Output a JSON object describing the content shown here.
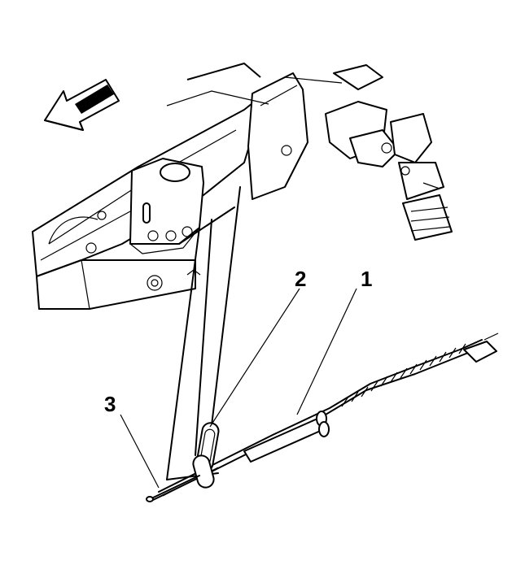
{
  "diagram": {
    "callouts": [
      {
        "label": "1",
        "part": "parking-brake-cable"
      },
      {
        "label": "2",
        "part": "cable-retaining-clip"
      },
      {
        "label": "3",
        "part": "cable-end"
      }
    ],
    "direction_arrow_icon": "forward-arrow-icon"
  }
}
